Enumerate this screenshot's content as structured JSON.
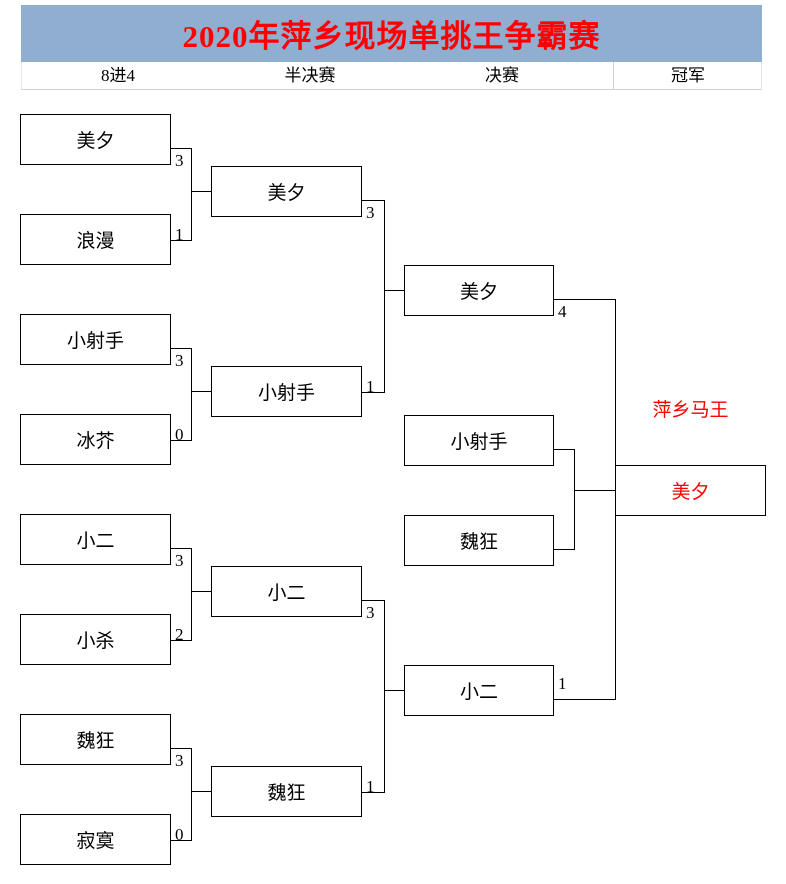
{
  "header": {
    "title": "2020年萍乡现场单挑王争霸赛",
    "title_color": "#FF0000",
    "band_color": "#8FAED0",
    "rounds": [
      {
        "label": "8进4"
      },
      {
        "label": "半决赛"
      },
      {
        "label": "决赛"
      },
      {
        "label": "冠军"
      }
    ]
  },
  "bracket": {
    "round_of_8": [
      {
        "name": "美夕",
        "score": "3"
      },
      {
        "name": "浪漫",
        "score": "1"
      },
      {
        "name": "小射手",
        "score": "3"
      },
      {
        "name": "冰芥",
        "score": "0"
      },
      {
        "name": "小二",
        "score": "3"
      },
      {
        "name": "小杀",
        "score": "2"
      },
      {
        "name": "魏狂",
        "score": "3"
      },
      {
        "name": "寂寞",
        "score": "0"
      }
    ],
    "semifinals": [
      {
        "name": "美夕",
        "score": "3"
      },
      {
        "name": "小射手",
        "score": "1"
      },
      {
        "name": "小二",
        "score": "3"
      },
      {
        "name": "魏狂",
        "score": "1"
      }
    ],
    "finals": [
      {
        "name": "美夕",
        "score": "4"
      },
      {
        "name": "小射手",
        "score": ""
      },
      {
        "name": "魏狂",
        "score": ""
      },
      {
        "name": "小二",
        "score": "1"
      }
    ],
    "champion": {
      "title": "萍乡马王",
      "name": "美夕",
      "color": "#FF0000"
    }
  }
}
